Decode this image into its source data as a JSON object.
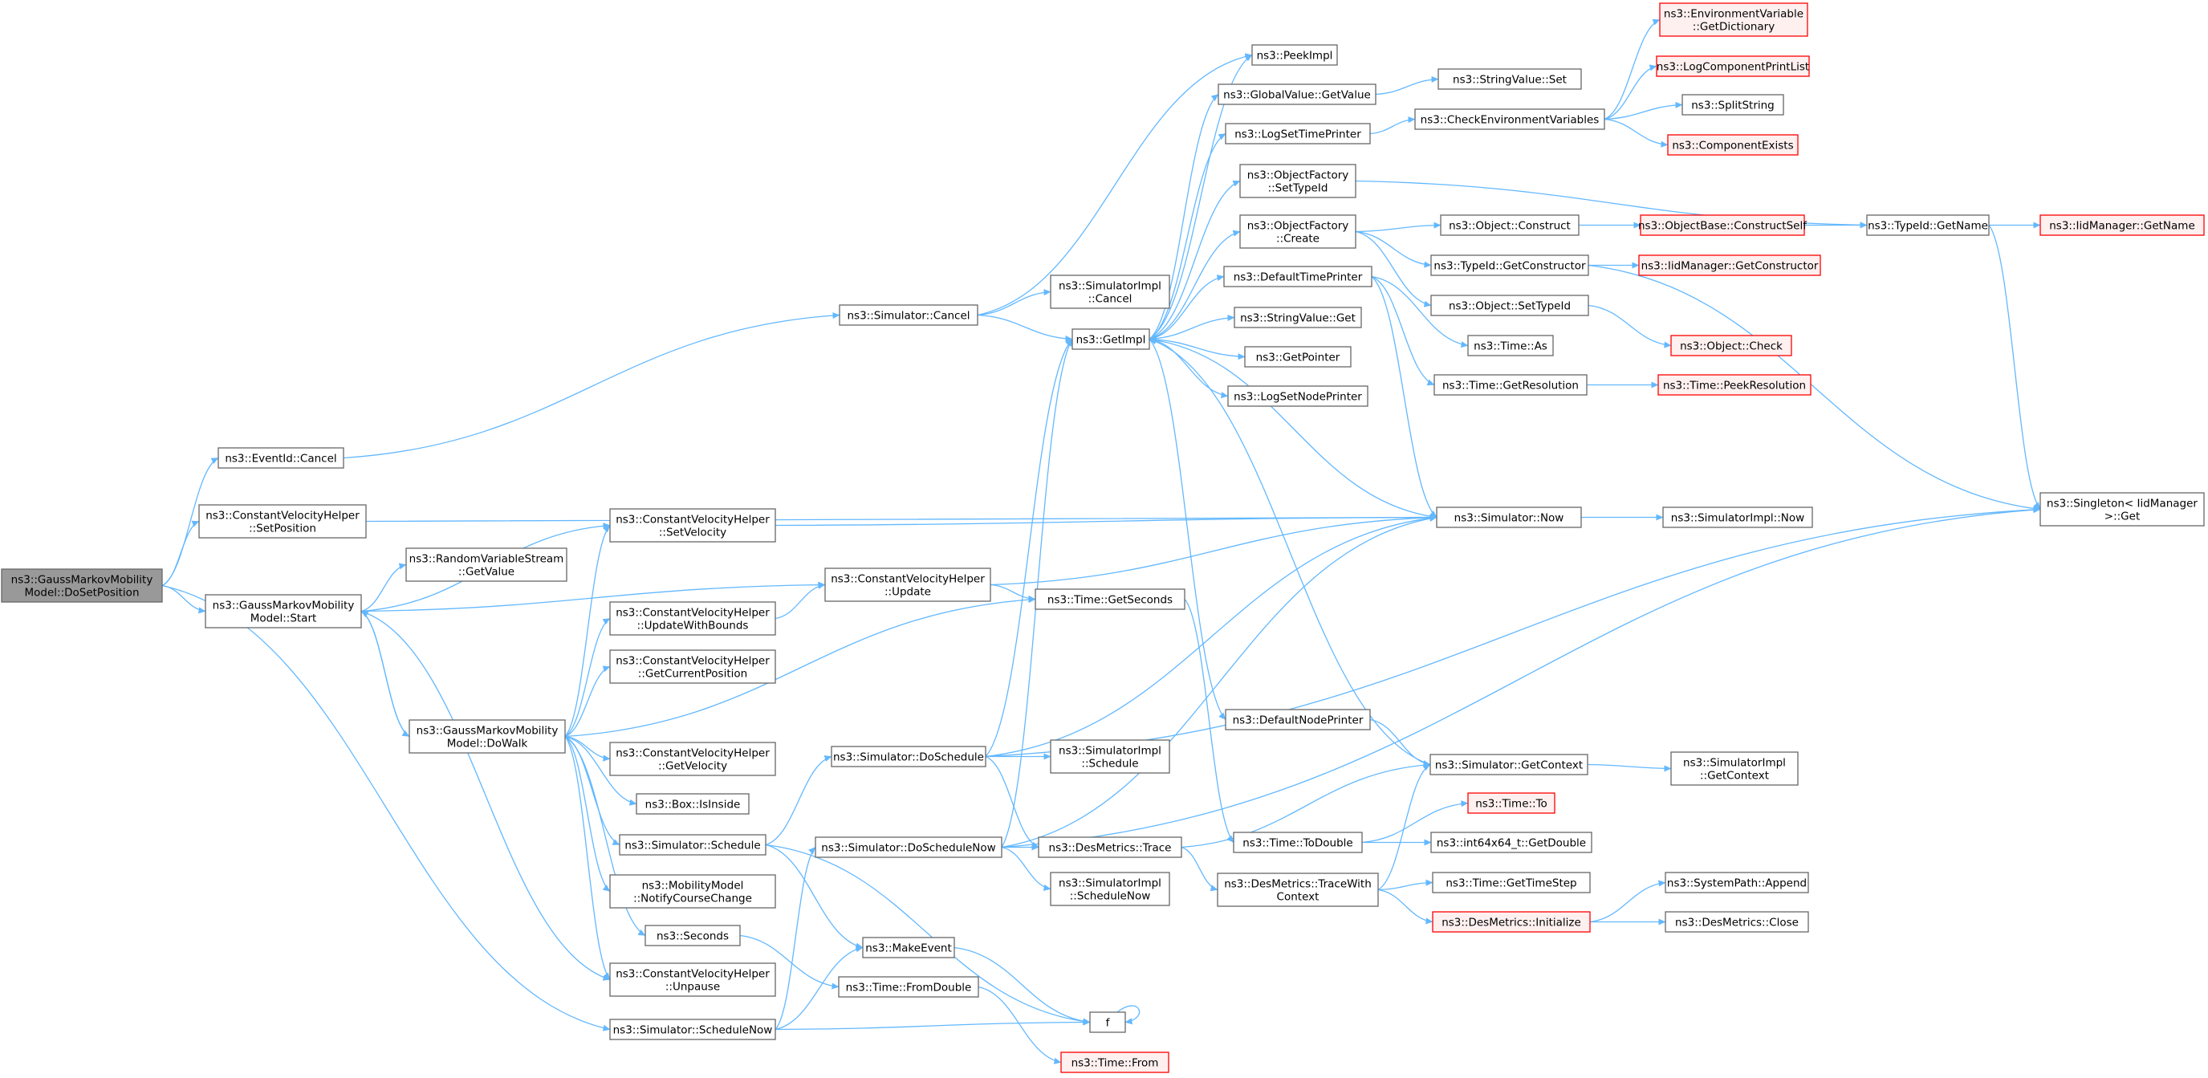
{
  "diagram": {
    "edge_color": "#63b8ff",
    "node_border_color": "#666666",
    "truncated_border_color": "#ff0000",
    "truncated_fill_color": "#fff0f0",
    "root_fill_color": "#999999",
    "nodes": [
      {
        "id": "root",
        "lines": [
          "ns3::GaussMarkovMobility",
          "Model::DoSetPosition"
        ],
        "kind": "root"
      },
      {
        "id": "eventid_cancel",
        "lines": [
          "ns3::EventId::Cancel"
        ],
        "kind": "normal"
      },
      {
        "id": "cvh_setposition",
        "lines": [
          "ns3::ConstantVelocityHelper",
          "::SetPosition"
        ],
        "kind": "normal"
      },
      {
        "id": "gmm_start",
        "lines": [
          "ns3::GaussMarkovMobility",
          "Model::Start"
        ],
        "kind": "normal"
      },
      {
        "id": "rvs_getvalue",
        "lines": [
          "ns3::RandomVariableStream",
          "::GetValue"
        ],
        "kind": "normal"
      },
      {
        "id": "gmm_dowalk",
        "lines": [
          "ns3::GaussMarkovMobility",
          "Model::DoWalk"
        ],
        "kind": "normal"
      },
      {
        "id": "cvh_setvelocity",
        "lines": [
          "ns3::ConstantVelocityHelper",
          "::SetVelocity"
        ],
        "kind": "normal"
      },
      {
        "id": "cvh_updatewithbounds",
        "lines": [
          "ns3::ConstantVelocityHelper",
          "::UpdateWithBounds"
        ],
        "kind": "normal"
      },
      {
        "id": "cvh_getcurrentposition",
        "lines": [
          "ns3::ConstantVelocityHelper",
          "::GetCurrentPosition"
        ],
        "kind": "normal"
      },
      {
        "id": "cvh_getvelocity",
        "lines": [
          "ns3::ConstantVelocityHelper",
          "::GetVelocity"
        ],
        "kind": "normal"
      },
      {
        "id": "box_isinside",
        "lines": [
          "ns3::Box::IsInside"
        ],
        "kind": "normal"
      },
      {
        "id": "sim_schedule",
        "lines": [
          "ns3::Simulator::Schedule"
        ],
        "kind": "normal"
      },
      {
        "id": "mm_notify",
        "lines": [
          "ns3::MobilityModel",
          "::NotifyCourseChange"
        ],
        "kind": "normal"
      },
      {
        "id": "seconds",
        "lines": [
          "ns3::Seconds"
        ],
        "kind": "normal"
      },
      {
        "id": "cvh_unpause",
        "lines": [
          "ns3::ConstantVelocityHelper",
          "::Unpause"
        ],
        "kind": "normal"
      },
      {
        "id": "sim_schedulenow",
        "lines": [
          "ns3::Simulator::ScheduleNow"
        ],
        "kind": "normal"
      },
      {
        "id": "sim_cancel",
        "lines": [
          "ns3::Simulator::Cancel"
        ],
        "kind": "normal"
      },
      {
        "id": "cvh_update",
        "lines": [
          "ns3::ConstantVelocityHelper",
          "::Update"
        ],
        "kind": "normal"
      },
      {
        "id": "sim_doschedule",
        "lines": [
          "ns3::Simulator::DoSchedule"
        ],
        "kind": "normal"
      },
      {
        "id": "sim_doschedulenow",
        "lines": [
          "ns3::Simulator::DoScheduleNow"
        ],
        "kind": "normal"
      },
      {
        "id": "makeevent",
        "lines": [
          "ns3::MakeEvent"
        ],
        "kind": "normal"
      },
      {
        "id": "time_fromdouble",
        "lines": [
          "ns3::Time::FromDouble"
        ],
        "kind": "normal"
      },
      {
        "id": "time_from",
        "lines": [
          "ns3::Time::From"
        ],
        "kind": "truncated"
      },
      {
        "id": "simimpl_cancel",
        "lines": [
          "ns3::SimulatorImpl",
          "::Cancel"
        ],
        "kind": "normal"
      },
      {
        "id": "getimpl",
        "lines": [
          "ns3::GetImpl"
        ],
        "kind": "normal"
      },
      {
        "id": "time_getseconds",
        "lines": [
          "ns3::Time::GetSeconds"
        ],
        "kind": "normal"
      },
      {
        "id": "simimpl_schedule",
        "lines": [
          "ns3::SimulatorImpl",
          "::Schedule"
        ],
        "kind": "normal"
      },
      {
        "id": "desm_trace",
        "lines": [
          "ns3::DesMetrics::Trace"
        ],
        "kind": "normal"
      },
      {
        "id": "simimpl_schedulenow",
        "lines": [
          "ns3::SimulatorImpl",
          "::ScheduleNow"
        ],
        "kind": "normal"
      },
      {
        "id": "f",
        "lines": [
          "f"
        ],
        "kind": "normal"
      },
      {
        "id": "peekimpl",
        "lines": [
          "ns3::PeekImpl"
        ],
        "kind": "normal"
      },
      {
        "id": "gv_getvalue",
        "lines": [
          "ns3::GlobalValue::GetValue"
        ],
        "kind": "normal"
      },
      {
        "id": "logsettimeprinter",
        "lines": [
          "ns3::LogSetTimePrinter"
        ],
        "kind": "normal"
      },
      {
        "id": "of_settypeid",
        "lines": [
          "ns3::ObjectFactory",
          "::SetTypeId"
        ],
        "kind": "normal"
      },
      {
        "id": "of_create",
        "lines": [
          "ns3::ObjectFactory",
          "::Create"
        ],
        "kind": "normal"
      },
      {
        "id": "defaulttimeprinter",
        "lines": [
          "ns3::DefaultTimePrinter"
        ],
        "kind": "normal"
      },
      {
        "id": "sv_get",
        "lines": [
          "ns3::StringValue::Get"
        ],
        "kind": "normal"
      },
      {
        "id": "getpointer",
        "lines": [
          "ns3::GetPointer"
        ],
        "kind": "normal"
      },
      {
        "id": "logsetnodeprinter",
        "lines": [
          "ns3::LogSetNodePrinter"
        ],
        "kind": "normal"
      },
      {
        "id": "defaultnodeprinter",
        "lines": [
          "ns3::DefaultNodePrinter"
        ],
        "kind": "normal"
      },
      {
        "id": "time_todouble",
        "lines": [
          "ns3::Time::ToDouble"
        ],
        "kind": "normal"
      },
      {
        "id": "desm_tracewithcontext",
        "lines": [
          "ns3::DesMetrics::TraceWith",
          "Context"
        ],
        "kind": "normal"
      },
      {
        "id": "sv_set",
        "lines": [
          "ns3::StringValue::Set"
        ],
        "kind": "normal"
      },
      {
        "id": "checkenv",
        "lines": [
          "ns3::CheckEnvironmentVariables"
        ],
        "kind": "normal"
      },
      {
        "id": "obj_construct",
        "lines": [
          "ns3::Object::Construct"
        ],
        "kind": "normal"
      },
      {
        "id": "typeid_getconstructor",
        "lines": [
          "ns3::TypeId::GetConstructor"
        ],
        "kind": "normal"
      },
      {
        "id": "obj_settypeid",
        "lines": [
          "ns3::Object::SetTypeId"
        ],
        "kind": "normal"
      },
      {
        "id": "time_as",
        "lines": [
          "ns3::Time::As"
        ],
        "kind": "normal"
      },
      {
        "id": "time_getresolution",
        "lines": [
          "ns3::Time::GetResolution"
        ],
        "kind": "normal"
      },
      {
        "id": "sim_now",
        "lines": [
          "ns3::Simulator::Now"
        ],
        "kind": "normal"
      },
      {
        "id": "sim_getcontext",
        "lines": [
          "ns3::Simulator::GetContext"
        ],
        "kind": "normal"
      },
      {
        "id": "time_to",
        "lines": [
          "ns3::Time::To"
        ],
        "kind": "truncated"
      },
      {
        "id": "int64_getdouble",
        "lines": [
          "ns3::int64x64_t::GetDouble"
        ],
        "kind": "normal"
      },
      {
        "id": "time_gettimestep",
        "lines": [
          "ns3::Time::GetTimeStep"
        ],
        "kind": "normal"
      },
      {
        "id": "desm_initialize",
        "lines": [
          "ns3::DesMetrics::Initialize"
        ],
        "kind": "truncated"
      },
      {
        "id": "ev_getdictionary",
        "lines": [
          "ns3::EnvironmentVariable",
          "::GetDictionary"
        ],
        "kind": "truncated"
      },
      {
        "id": "logcomponentprintlist",
        "lines": [
          "ns3::LogComponentPrintList"
        ],
        "kind": "truncated"
      },
      {
        "id": "splitstring",
        "lines": [
          "ns3::SplitString"
        ],
        "kind": "normal"
      },
      {
        "id": "componentexists",
        "lines": [
          "ns3::ComponentExists"
        ],
        "kind": "truncated"
      },
      {
        "id": "objbase_constructself",
        "lines": [
          "ns3::ObjectBase::ConstructSelf"
        ],
        "kind": "truncated"
      },
      {
        "id": "iidm_getconstructor",
        "lines": [
          "ns3::IidManager::GetConstructor"
        ],
        "kind": "truncated"
      },
      {
        "id": "obj_check",
        "lines": [
          "ns3::Object::Check"
        ],
        "kind": "truncated"
      },
      {
        "id": "time_peekresolution",
        "lines": [
          "ns3::Time::PeekResolution"
        ],
        "kind": "truncated"
      },
      {
        "id": "simimpl_now",
        "lines": [
          "ns3::SimulatorImpl::Now"
        ],
        "kind": "normal"
      },
      {
        "id": "simimpl_getcontext",
        "lines": [
          "ns3::SimulatorImpl",
          "::GetContext"
        ],
        "kind": "normal"
      },
      {
        "id": "systempath_append",
        "lines": [
          "ns3::SystemPath::Append"
        ],
        "kind": "normal"
      },
      {
        "id": "desm_close",
        "lines": [
          "ns3::DesMetrics::Close"
        ],
        "kind": "normal"
      },
      {
        "id": "typeid_getname",
        "lines": [
          "ns3::TypeId::GetName"
        ],
        "kind": "normal"
      },
      {
        "id": "iidm_getname",
        "lines": [
          "ns3::IidManager::GetName"
        ],
        "kind": "truncated"
      },
      {
        "id": "singleton_get",
        "lines": [
          "ns3::Singleton< IidManager",
          ">::Get"
        ],
        "kind": "normal"
      }
    ],
    "edges": [
      [
        "root",
        "eventid_cancel"
      ],
      [
        "root",
        "cvh_setposition"
      ],
      [
        "root",
        "gmm_start"
      ],
      [
        "root",
        "sim_schedulenow"
      ],
      [
        "eventid_cancel",
        "sim_cancel"
      ],
      [
        "cvh_setposition",
        "sim_now"
      ],
      [
        "gmm_start",
        "rvs_getvalue"
      ],
      [
        "gmm_start",
        "cvh_setvelocity"
      ],
      [
        "gmm_start",
        "cvh_update"
      ],
      [
        "gmm_start",
        "gmm_dowalk"
      ],
      [
        "gmm_start",
        "cvh_unpause"
      ],
      [
        "gmm_dowalk",
        "gmm_start"
      ],
      [
        "gmm_dowalk",
        "cvh_setvelocity"
      ],
      [
        "gmm_dowalk",
        "cvh_updatewithbounds"
      ],
      [
        "gmm_dowalk",
        "cvh_getcurrentposition"
      ],
      [
        "gmm_dowalk",
        "cvh_getvelocity"
      ],
      [
        "gmm_dowalk",
        "box_isinside"
      ],
      [
        "gmm_dowalk",
        "sim_schedule"
      ],
      [
        "gmm_dowalk",
        "mm_notify"
      ],
      [
        "gmm_dowalk",
        "seconds"
      ],
      [
        "gmm_dowalk",
        "cvh_unpause"
      ],
      [
        "gmm_dowalk",
        "time_getseconds"
      ],
      [
        "cvh_setvelocity",
        "sim_now"
      ],
      [
        "cvh_updatewithbounds",
        "cvh_update"
      ],
      [
        "cvh_update",
        "sim_now"
      ],
      [
        "cvh_update",
        "time_getseconds"
      ],
      [
        "sim_schedule",
        "sim_doschedule"
      ],
      [
        "sim_schedule",
        "makeevent"
      ],
      [
        "sim_schedule",
        "f"
      ],
      [
        "seconds",
        "time_fromdouble"
      ],
      [
        "sim_schedulenow",
        "sim_doschedulenow"
      ],
      [
        "sim_schedulenow",
        "makeevent"
      ],
      [
        "sim_schedulenow",
        "f"
      ],
      [
        "sim_cancel",
        "peekimpl"
      ],
      [
        "sim_cancel",
        "simimpl_cancel"
      ],
      [
        "sim_cancel",
        "getimpl"
      ],
      [
        "sim_doschedule",
        "getimpl"
      ],
      [
        "sim_doschedule",
        "sim_now"
      ],
      [
        "sim_doschedule",
        "simimpl_schedule"
      ],
      [
        "sim_doschedule",
        "desm_trace"
      ],
      [
        "sim_doschedule",
        "singleton_get"
      ],
      [
        "sim_doschedulenow",
        "getimpl"
      ],
      [
        "sim_doschedulenow",
        "sim_now"
      ],
      [
        "sim_doschedulenow",
        "desm_trace"
      ],
      [
        "sim_doschedulenow",
        "simimpl_schedulenow"
      ],
      [
        "sim_doschedulenow",
        "singleton_get"
      ],
      [
        "makeevent",
        "f"
      ],
      [
        "f",
        "f"
      ],
      [
        "time_fromdouble",
        "time_from"
      ],
      [
        "getimpl",
        "peekimpl"
      ],
      [
        "getimpl",
        "gv_getvalue"
      ],
      [
        "getimpl",
        "logsettimeprinter"
      ],
      [
        "getimpl",
        "of_settypeid"
      ],
      [
        "getimpl",
        "of_create"
      ],
      [
        "getimpl",
        "defaulttimeprinter"
      ],
      [
        "getimpl",
        "sv_get"
      ],
      [
        "getimpl",
        "getpointer"
      ],
      [
        "getimpl",
        "logsetnodeprinter"
      ],
      [
        "getimpl",
        "defaultnodeprinter"
      ],
      [
        "time_getseconds",
        "time_todouble"
      ],
      [
        "desm_trace",
        "sim_getcontext"
      ],
      [
        "desm_trace",
        "desm_tracewithcontext"
      ],
      [
        "gv_getvalue",
        "sv_set"
      ],
      [
        "logsettimeprinter",
        "checkenv"
      ],
      [
        "of_settypeid",
        "typeid_getname"
      ],
      [
        "of_create",
        "obj_construct"
      ],
      [
        "of_create",
        "typeid_getconstructor"
      ],
      [
        "of_create",
        "obj_settypeid"
      ],
      [
        "defaulttimeprinter",
        "time_as"
      ],
      [
        "defaulttimeprinter",
        "time_getresolution"
      ],
      [
        "defaulttimeprinter",
        "sim_now"
      ],
      [
        "defaultnodeprinter",
        "sim_getcontext"
      ],
      [
        "time_todouble",
        "time_to"
      ],
      [
        "time_todouble",
        "int64_getdouble"
      ],
      [
        "desm_tracewithcontext",
        "sim_getcontext"
      ],
      [
        "desm_tracewithcontext",
        "time_gettimestep"
      ],
      [
        "desm_tracewithcontext",
        "desm_initialize"
      ],
      [
        "checkenv",
        "ev_getdictionary"
      ],
      [
        "checkenv",
        "logcomponentprintlist"
      ],
      [
        "checkenv",
        "splitstring"
      ],
      [
        "checkenv",
        "componentexists"
      ],
      [
        "obj_construct",
        "objbase_constructself"
      ],
      [
        "typeid_getconstructor",
        "iidm_getconstructor"
      ],
      [
        "typeid_getconstructor",
        "singleton_get"
      ],
      [
        "obj_settypeid",
        "obj_check"
      ],
      [
        "time_getresolution",
        "time_peekresolution"
      ],
      [
        "sim_now",
        "getimpl"
      ],
      [
        "sim_now",
        "simimpl_now"
      ],
      [
        "sim_getcontext",
        "getimpl"
      ],
      [
        "sim_getcontext",
        "simimpl_getcontext"
      ],
      [
        "desm_initialize",
        "systempath_append"
      ],
      [
        "desm_initialize",
        "desm_close"
      ],
      [
        "objbase_constructself",
        "typeid_getname"
      ],
      [
        "typeid_getname",
        "iidm_getname"
      ],
      [
        "typeid_getname",
        "singleton_get"
      ]
    ]
  }
}
